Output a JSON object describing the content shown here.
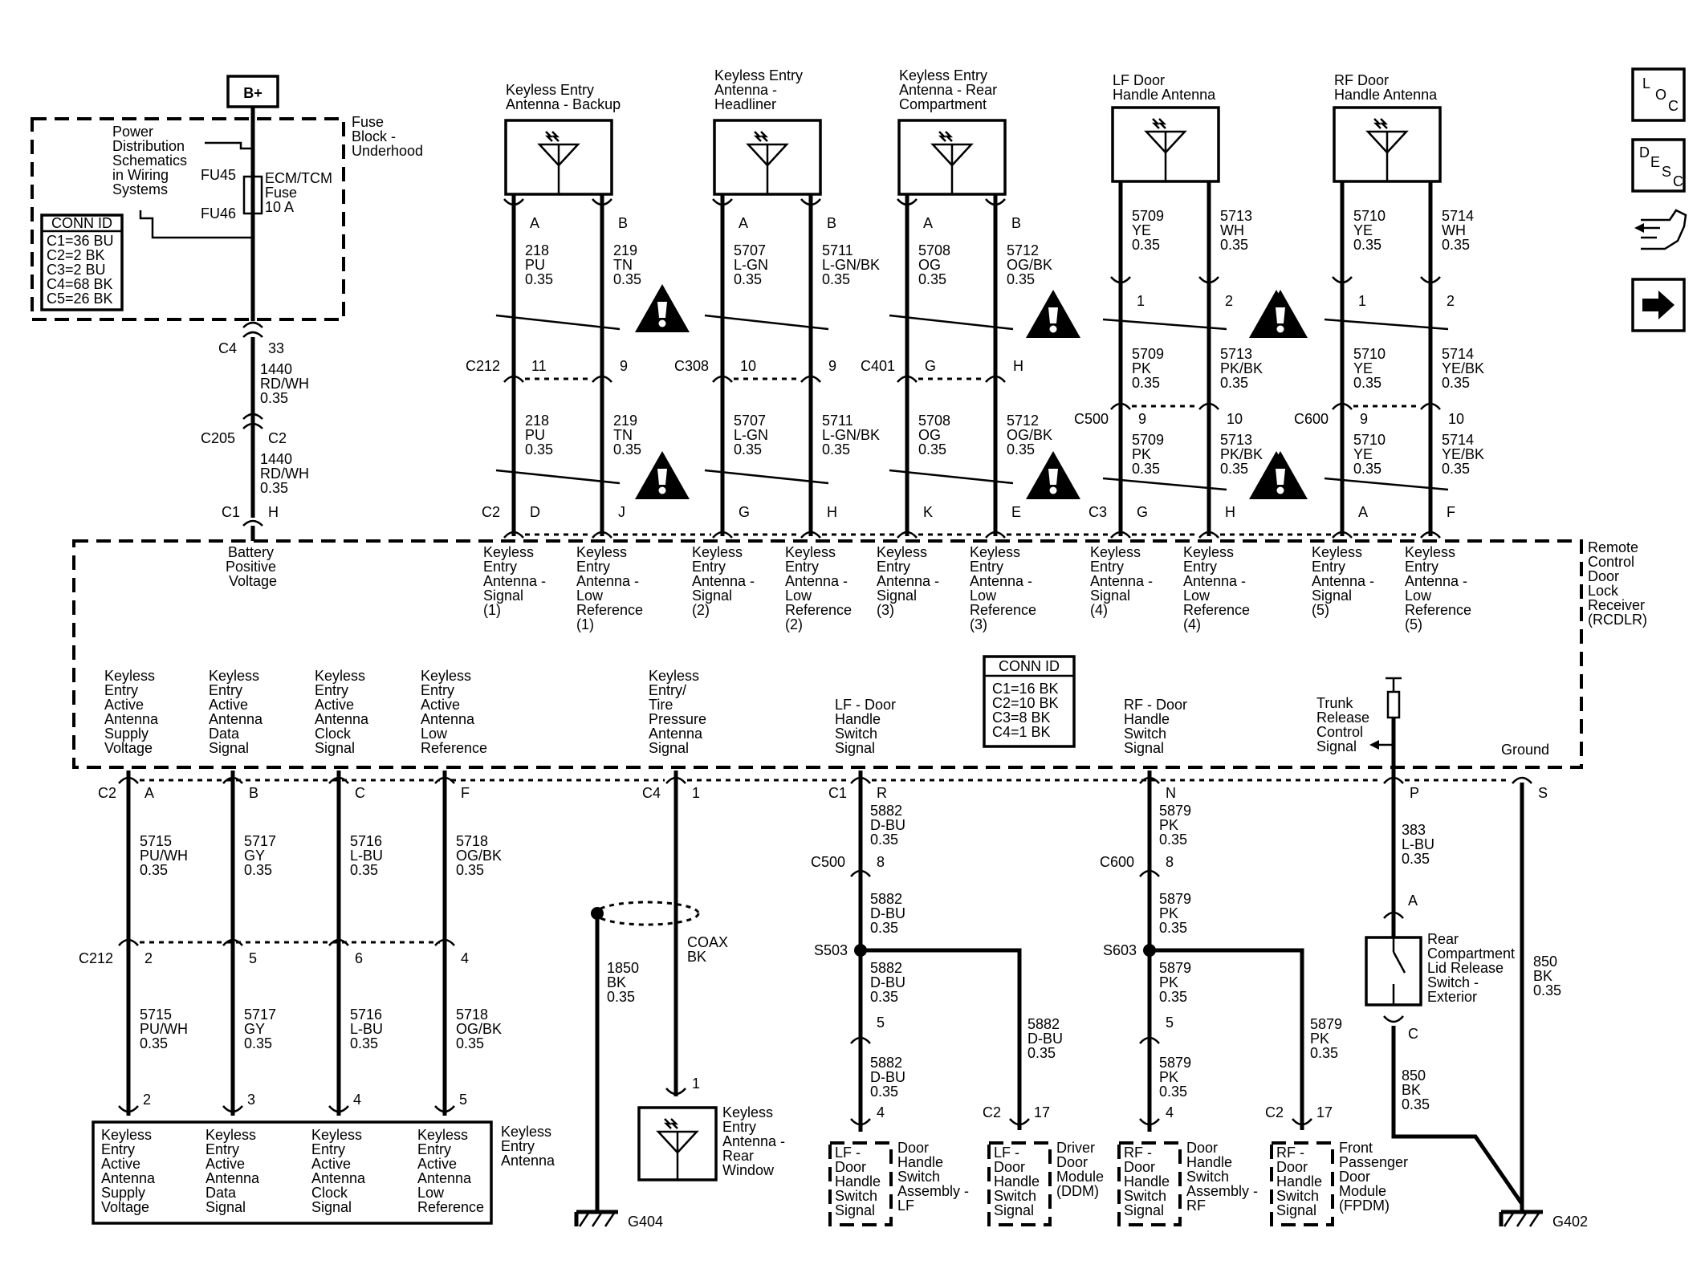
{
  "top_left": {
    "b_plus": "B+",
    "fuse_block_label": [
      "Fuse",
      "Block -",
      "Underhood"
    ],
    "power_dist_label": [
      "Power",
      "Distribution",
      "Schematics",
      "in Wiring",
      "Systems"
    ],
    "fu45": "FU45",
    "fu46": "FU46",
    "fuse_label": [
      "ECM/TCM",
      "Fuse",
      "10 A"
    ],
    "conn_id_title": "CONN ID",
    "conn_id_rows": [
      "C1=36 BU",
      "C2=2 BK",
      "C3=2 BU",
      "C4=68 BK",
      "C5=26 BK"
    ],
    "c4_conn": "C4",
    "c4_pin": "33",
    "wire1": [
      "1440",
      "RD/WH",
      "0.35"
    ],
    "c205_conn": "C205",
    "c205_pin": "C2",
    "wire2": [
      "1440",
      "RD/WH",
      "0.35"
    ],
    "c1_conn": "C1",
    "c1_pin": "H",
    "battery_label": [
      "Battery",
      "Positive",
      "Voltage"
    ]
  },
  "antennas": [
    {
      "title": [
        "Keyless Entry",
        "Antenna - Backup"
      ],
      "pin_a": "A",
      "pin_b": "B",
      "wire_a": [
        "218",
        "PU",
        "0.35"
      ],
      "wire_b": [
        "219",
        "TN",
        "0.35"
      ],
      "inline_conn": "C212",
      "inline_a": "11",
      "inline_b": "9",
      "wire_a2": [
        "218",
        "PU",
        "0.35"
      ],
      "wire_b2": [
        "219",
        "TN",
        "0.35"
      ],
      "rx_conn": "C2",
      "rx_a": "D",
      "rx_b": "J",
      "rx_sig": [
        "Keyless",
        "Entry",
        "Antenna -",
        "Signal",
        "(1)"
      ],
      "rx_low": [
        "Keyless",
        "Entry",
        "Antenna -",
        "Low",
        "Reference",
        "(1)"
      ]
    },
    {
      "title": [
        "Keyless Entry",
        "Antenna -",
        "Headliner"
      ],
      "pin_a": "A",
      "pin_b": "B",
      "wire_a": [
        "5707",
        "L-GN",
        "0.35"
      ],
      "wire_b": [
        "5711",
        "L-GN/BK",
        "0.35"
      ],
      "inline_conn": "C308",
      "inline_a": "10",
      "inline_b": "9",
      "wire_a2": [
        "5707",
        "L-GN",
        "0.35"
      ],
      "wire_b2": [
        "5711",
        "L-GN/BK",
        "0.35"
      ],
      "rx_conn": "",
      "rx_a": "G",
      "rx_b": "H",
      "rx_sig": [
        "Keyless",
        "Entry",
        "Antenna -",
        "Signal",
        "(2)"
      ],
      "rx_low": [
        "Keyless",
        "Entry",
        "Antenna -",
        "Low",
        "Reference",
        "(2)"
      ]
    },
    {
      "title": [
        "Keyless Entry",
        "Antenna - Rear",
        "Compartment"
      ],
      "pin_a": "A",
      "pin_b": "B",
      "wire_a": [
        "5708",
        "OG",
        "0.35"
      ],
      "wire_b": [
        "5712",
        "OG/BK",
        "0.35"
      ],
      "inline_conn": "C401",
      "inline_a": "G",
      "inline_b": "H",
      "wire_a2": [
        "5708",
        "OG",
        "0.35"
      ],
      "wire_b2": [
        "5712",
        "OG/BK",
        "0.35"
      ],
      "rx_conn": "",
      "rx_a": "K",
      "rx_b": "E",
      "rx_sig": [
        "Keyless",
        "Entry",
        "Antenna -",
        "Signal",
        "(3)"
      ],
      "rx_low": [
        "Keyless",
        "Entry",
        "Antenna -",
        "Low",
        "Reference",
        "(3)"
      ]
    },
    {
      "title": [
        "LF Door",
        "Handle Antenna"
      ],
      "pin_a": "1",
      "pin_b": "2",
      "wire_a": [
        "5709",
        "YE",
        "0.35"
      ],
      "wire_b": [
        "5713",
        "WH",
        "0.35"
      ],
      "inline_conn": "C500",
      "inline_a": "9",
      "inline_b": "10",
      "wire_a_top": [
        "5709",
        "PK",
        "0.35"
      ],
      "wire_b_top": [
        "5713",
        "PK/BK",
        "0.35"
      ],
      "wire_a2": [
        "5709",
        "PK",
        "0.35"
      ],
      "wire_b2": [
        "5713",
        "PK/BK",
        "0.35"
      ],
      "rx_conn": "C3",
      "rx_a": "G",
      "rx_b": "H",
      "rx_sig": [
        "Keyless",
        "Entry",
        "Antenna -",
        "Signal",
        "(4)"
      ],
      "rx_low": [
        "Keyless",
        "Entry",
        "Antenna -",
        "Low",
        "Reference",
        "(4)"
      ]
    },
    {
      "title": [
        "RF Door",
        "Handle Antenna"
      ],
      "pin_a": "1",
      "pin_b": "2",
      "wire_a": [
        "5710",
        "YE",
        "0.35"
      ],
      "wire_b": [
        "5714",
        "WH",
        "0.35"
      ],
      "inline_conn": "C600",
      "inline_a": "9",
      "inline_b": "10",
      "wire_a_top": [
        "5710",
        "YE",
        "0.35"
      ],
      "wire_b_top": [
        "5714",
        "YE/BK",
        "0.35"
      ],
      "wire_a2": [
        "5710",
        "YE",
        "0.35"
      ],
      "wire_b2": [
        "5714",
        "YE/BK",
        "0.35"
      ],
      "rx_conn": "",
      "rx_a": "A",
      "rx_b": "F",
      "rx_sig": [
        "Keyless",
        "Entry",
        "Antenna -",
        "Signal",
        "(5)"
      ],
      "rx_low": [
        "Keyless",
        "Entry",
        "Antenna -",
        "Low",
        "Reference",
        "(5)"
      ]
    }
  ],
  "rcdlr": {
    "label": [
      "Remote",
      "Control",
      "Door",
      "Lock",
      "Receiver",
      "(RCDLR)"
    ],
    "conn_id_title": "CONN ID",
    "conn_id_rows": [
      "C1=16 BK",
      "C2=10 BK",
      "C3=8 BK",
      "C4=1 BK"
    ],
    "active_labels": [
      [
        "Keyless",
        "Entry",
        "Active",
        "Antenna",
        "Supply",
        "Voltage"
      ],
      [
        "Keyless",
        "Entry",
        "Active",
        "Antenna",
        "Data",
        "Signal"
      ],
      [
        "Keyless",
        "Entry",
        "Active",
        "Antenna",
        "Clock",
        "Signal"
      ],
      [
        "Keyless",
        "Entry",
        "Active",
        "Antenna",
        "Low",
        "Reference"
      ]
    ],
    "tpm_label": [
      "Keyless",
      "Entry/",
      "Tire",
      "Pressure",
      "Antenna",
      "Signal"
    ],
    "lf_switch_label": [
      "LF - Door",
      "Handle",
      "Switch",
      "Signal"
    ],
    "rf_switch_label": [
      "RF - Door",
      "Handle",
      "Switch",
      "Signal"
    ],
    "trunk_label": [
      "Trunk",
      "Release",
      "Control",
      "Signal"
    ],
    "ground_label": "Ground"
  },
  "bottom": {
    "c2_conn": "C2",
    "active_pins": [
      "A",
      "B",
      "C",
      "F"
    ],
    "active_wires": [
      [
        "5715",
        "PU/WH",
        "0.35"
      ],
      [
        "5717",
        "GY",
        "0.35"
      ],
      [
        "5716",
        "L-BU",
        "0.35"
      ],
      [
        "5718",
        "OG/BK",
        "0.35"
      ]
    ],
    "c212_conn": "C212",
    "c212_pins": [
      "2",
      "5",
      "6",
      "4"
    ],
    "active_wires2": [
      [
        "5715",
        "PU/WH",
        "0.35"
      ],
      [
        "5717",
        "GY",
        "0.35"
      ],
      [
        "5716",
        "L-BU",
        "0.35"
      ],
      [
        "5718",
        "OG/BK",
        "0.35"
      ]
    ],
    "ant_pins": [
      "2",
      "3",
      "4",
      "5"
    ],
    "ant_cells": [
      [
        "Keyless",
        "Entry",
        "Active",
        "Antenna",
        "Supply",
        "Voltage"
      ],
      [
        "Keyless",
        "Entry",
        "Active",
        "Antenna",
        "Data",
        "Signal"
      ],
      [
        "Keyless",
        "Entry",
        "Active",
        "Antenna",
        "Clock",
        "Signal"
      ],
      [
        "Keyless",
        "Entry",
        "Active",
        "Antenna",
        "Low",
        "Reference"
      ]
    ],
    "ant_label": [
      "Keyless",
      "Entry",
      "Antenna"
    ],
    "c4_conn": "C4",
    "c4_pin": "1",
    "shield_wire": [
      "1850",
      "BK",
      "0.35"
    ],
    "coax_wire": [
      "COAX",
      "BK"
    ],
    "rear_ant_pin": "1",
    "rear_ant_label": [
      "Keyless",
      "Entry",
      "Antenna -",
      "Rear",
      "Window"
    ],
    "g404": "G404",
    "lf": {
      "c1_conn": "C1",
      "c1_pin": "R",
      "w1": [
        "5882",
        "D-BU",
        "0.35"
      ],
      "inline_conn": "C500",
      "inline_pin": "8",
      "w2": [
        "5882",
        "D-BU",
        "0.35"
      ],
      "splice": "S503",
      "w3": [
        "5882",
        "D-BU",
        "0.35"
      ],
      "pin5": "5",
      "w4": [
        "5882",
        "D-BU",
        "0.35"
      ],
      "pin4": "4",
      "branch_wire": [
        "5882",
        "D-BU",
        "0.35"
      ],
      "mod_conn": "C2",
      "mod_pin": "17",
      "sw_box": [
        "LF -",
        "Door",
        "Handle",
        "Switch",
        "Signal"
      ],
      "sw_label": [
        "Door",
        "Handle",
        "Switch",
        "Assembly -",
        "LF"
      ],
      "mod_box": [
        "LF -",
        "Door",
        "Handle",
        "Switch",
        "Signal"
      ],
      "mod_label": [
        "Driver",
        "Door",
        "Module",
        "(DDM)"
      ]
    },
    "rf": {
      "c1_conn": "",
      "c1_pin": "N",
      "w1": [
        "5879",
        "PK",
        "0.35"
      ],
      "inline_conn": "C600",
      "inline_pin": "8",
      "w2": [
        "5879",
        "PK",
        "0.35"
      ],
      "splice": "S603",
      "w3": [
        "5879",
        "PK",
        "0.35"
      ],
      "pin5": "5",
      "w4": [
        "5879",
        "PK",
        "0.35"
      ],
      "pin4": "4",
      "branch_wire": [
        "5879",
        "PK",
        "0.35"
      ],
      "mod_conn": "C2",
      "mod_pin": "17",
      "sw_box": [
        "RF -",
        "Door",
        "Handle",
        "Switch",
        "Signal"
      ],
      "sw_label": [
        "Door",
        "Handle",
        "Switch",
        "Assembly -",
        "RF"
      ],
      "mod_box": [
        "RF -",
        "Door",
        "Handle",
        "Switch",
        "Signal"
      ],
      "mod_label": [
        "Front",
        "Passenger",
        "Door",
        "Module",
        "(FPDM)"
      ]
    },
    "trunk": {
      "pin": "P",
      "w1": [
        "383",
        "L-BU",
        "0.35"
      ],
      "sw_pin_a": "A",
      "sw_label": [
        "Rear",
        "Compartment",
        "Lid Release",
        "Switch -",
        "Exterior"
      ],
      "sw_pin_c": "C",
      "w2": [
        "850",
        "BK",
        "0.35"
      ]
    },
    "ground": {
      "pin": "S",
      "wire": [
        "850",
        "BK",
        "0.35"
      ],
      "g402": "G402"
    }
  },
  "nav": {
    "loc": [
      "L",
      "O",
      "C"
    ],
    "desc": [
      "D",
      "E",
      "S",
      "C"
    ]
  }
}
